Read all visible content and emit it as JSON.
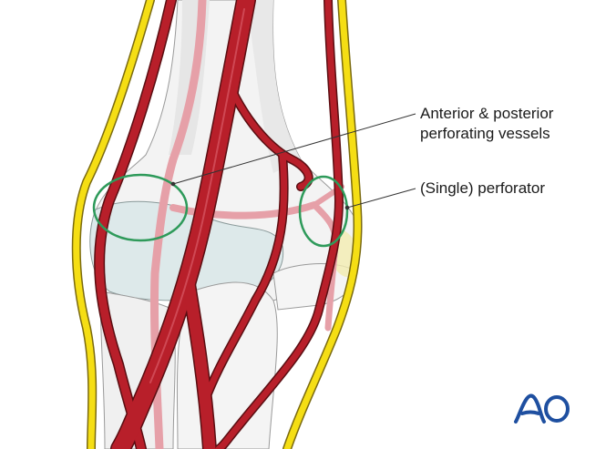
{
  "diagram": {
    "subject": "Elbow arterial anatomy (anterior view) with perforating vessels highlighted",
    "labels": [
      {
        "id": "anterior-posterior",
        "line1": "Anterior & posterior",
        "line2": "perforating vessels"
      },
      {
        "id": "single",
        "text": "(Single) perforator"
      }
    ],
    "logo": {
      "text": "AO",
      "color": "#1e4fa0"
    },
    "colors": {
      "artery": "#b81f2a",
      "artery_outline": "#5a0e12",
      "posterior_vessel": "#e6a0a8",
      "nerve": "#f5de14",
      "nerve_outline": "#8a7a10",
      "bone": "#f2f2f2",
      "bone_shade": "#e3e3e3",
      "cartilage": "#dce9ea",
      "highlight_circle": "#2e9a5a",
      "leader_line": "#333333"
    }
  }
}
